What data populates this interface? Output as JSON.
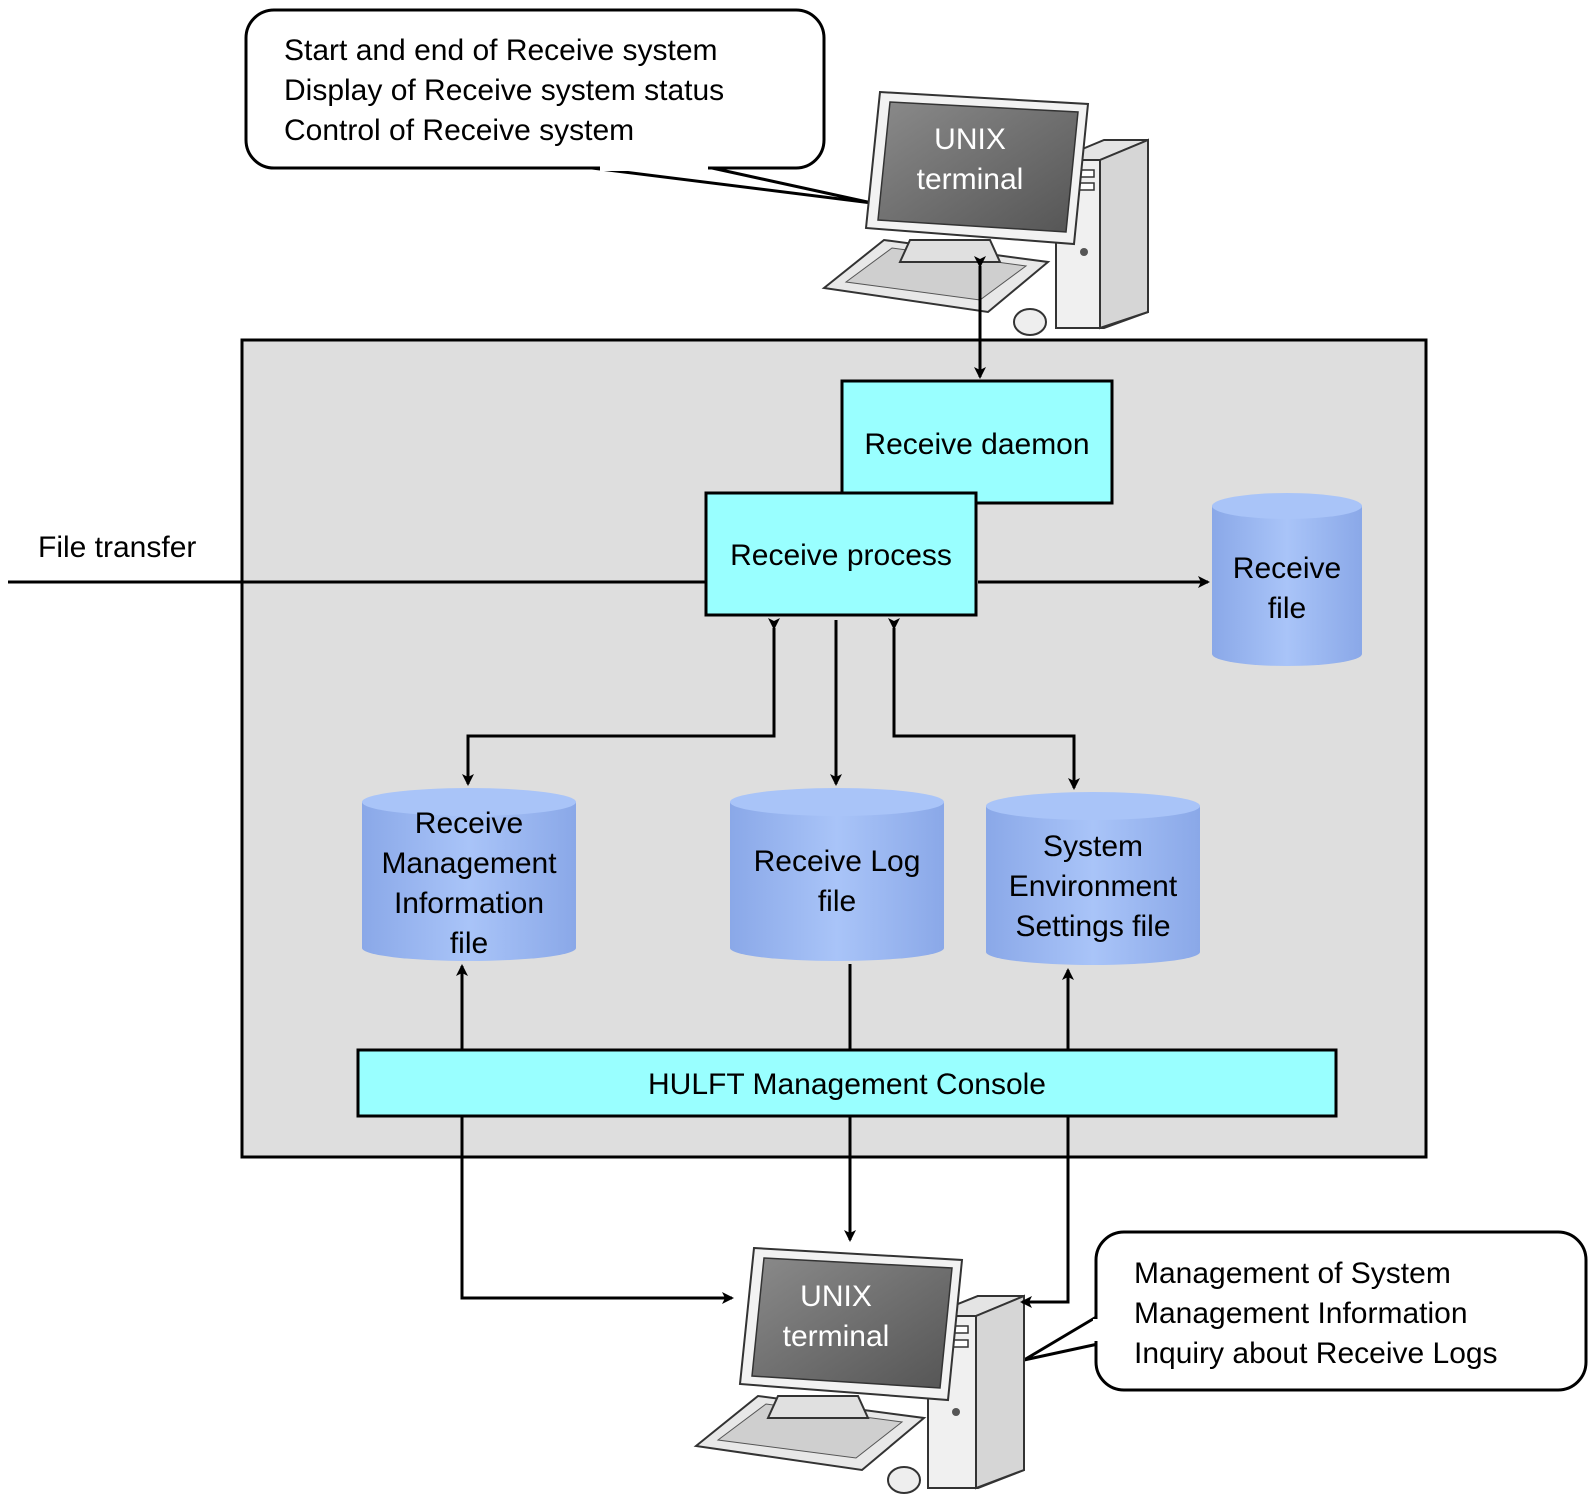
{
  "top_callout": {
    "lines": [
      "Start and end of Receive system",
      "Display of Receive system status",
      "Control of Receive system"
    ]
  },
  "top_terminal": {
    "lines": [
      "UNIX",
      "terminal"
    ],
    "icon": "computer-icon"
  },
  "receive_daemon": {
    "label": "Receive daemon"
  },
  "receive_process": {
    "label": "Receive process"
  },
  "file_transfer": {
    "label": "File transfer"
  },
  "receive_file": {
    "lines": [
      "Receive",
      "file"
    ]
  },
  "mgmt_info_file": {
    "lines": [
      "Receive",
      "Management",
      "Information",
      "file"
    ]
  },
  "receive_log_file": {
    "lines": [
      "Receive Log",
      "file"
    ]
  },
  "sys_env_file": {
    "lines": [
      "System",
      "Environment",
      "Settings file"
    ]
  },
  "console": {
    "label": "HULFT Management Console"
  },
  "bottom_terminal": {
    "lines": [
      "UNIX",
      "terminal"
    ],
    "icon": "computer-icon"
  },
  "bottom_callout": {
    "lines": [
      "Management of  System",
      "Management Information",
      "Inquiry about Receive Logs"
    ]
  },
  "colors": {
    "box_fill": "#99ffff",
    "db_fill": "#9bb7ef",
    "system_bg": "#dedede",
    "screen": "#6f6f6f"
  }
}
